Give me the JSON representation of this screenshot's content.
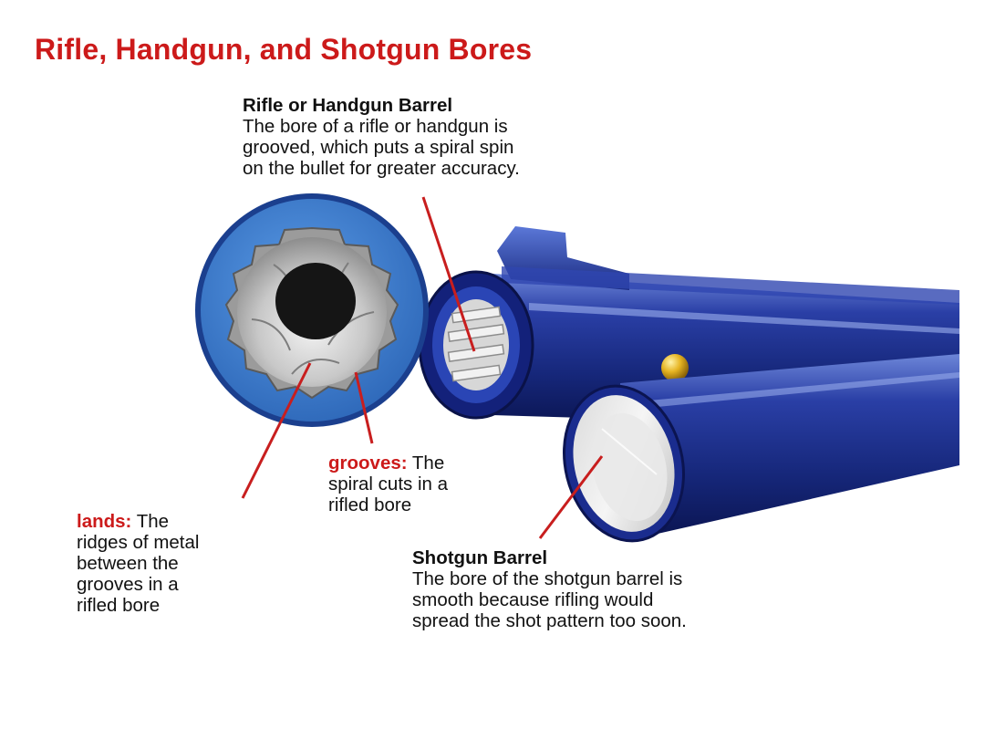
{
  "title": "Rifle, Handgun, and Shotgun Bores",
  "rifle_barrel": {
    "heading": "Rifle or Handgun Barrel",
    "lines": [
      "The bore of a rifle or handgun is",
      "grooved, which puts a spiral spin",
      "on the bullet for greater accuracy."
    ]
  },
  "grooves": {
    "term": "grooves:",
    "first_line_rest": " The",
    "lines": [
      "spiral cuts in a",
      "rifled bore"
    ]
  },
  "lands": {
    "term": "lands:",
    "first_line_rest": " The",
    "lines": [
      "ridges of metal",
      "between the",
      "grooves in a",
      "rifled bore"
    ]
  },
  "shotgun_barrel": {
    "heading": "Shotgun Barrel",
    "lines": [
      "The bore of the shotgun barrel is",
      "smooth because rifling would",
      "spread the shot pattern too soon."
    ]
  },
  "colors": {
    "title_red": "#cc1a1a",
    "barrel_blue": "#1c2f8c",
    "barrel_dark": "#0d1650",
    "bore_face_blue": "#3a7fd0",
    "leader_red": "#c81e1e",
    "bead_gold": "#e6b422"
  }
}
